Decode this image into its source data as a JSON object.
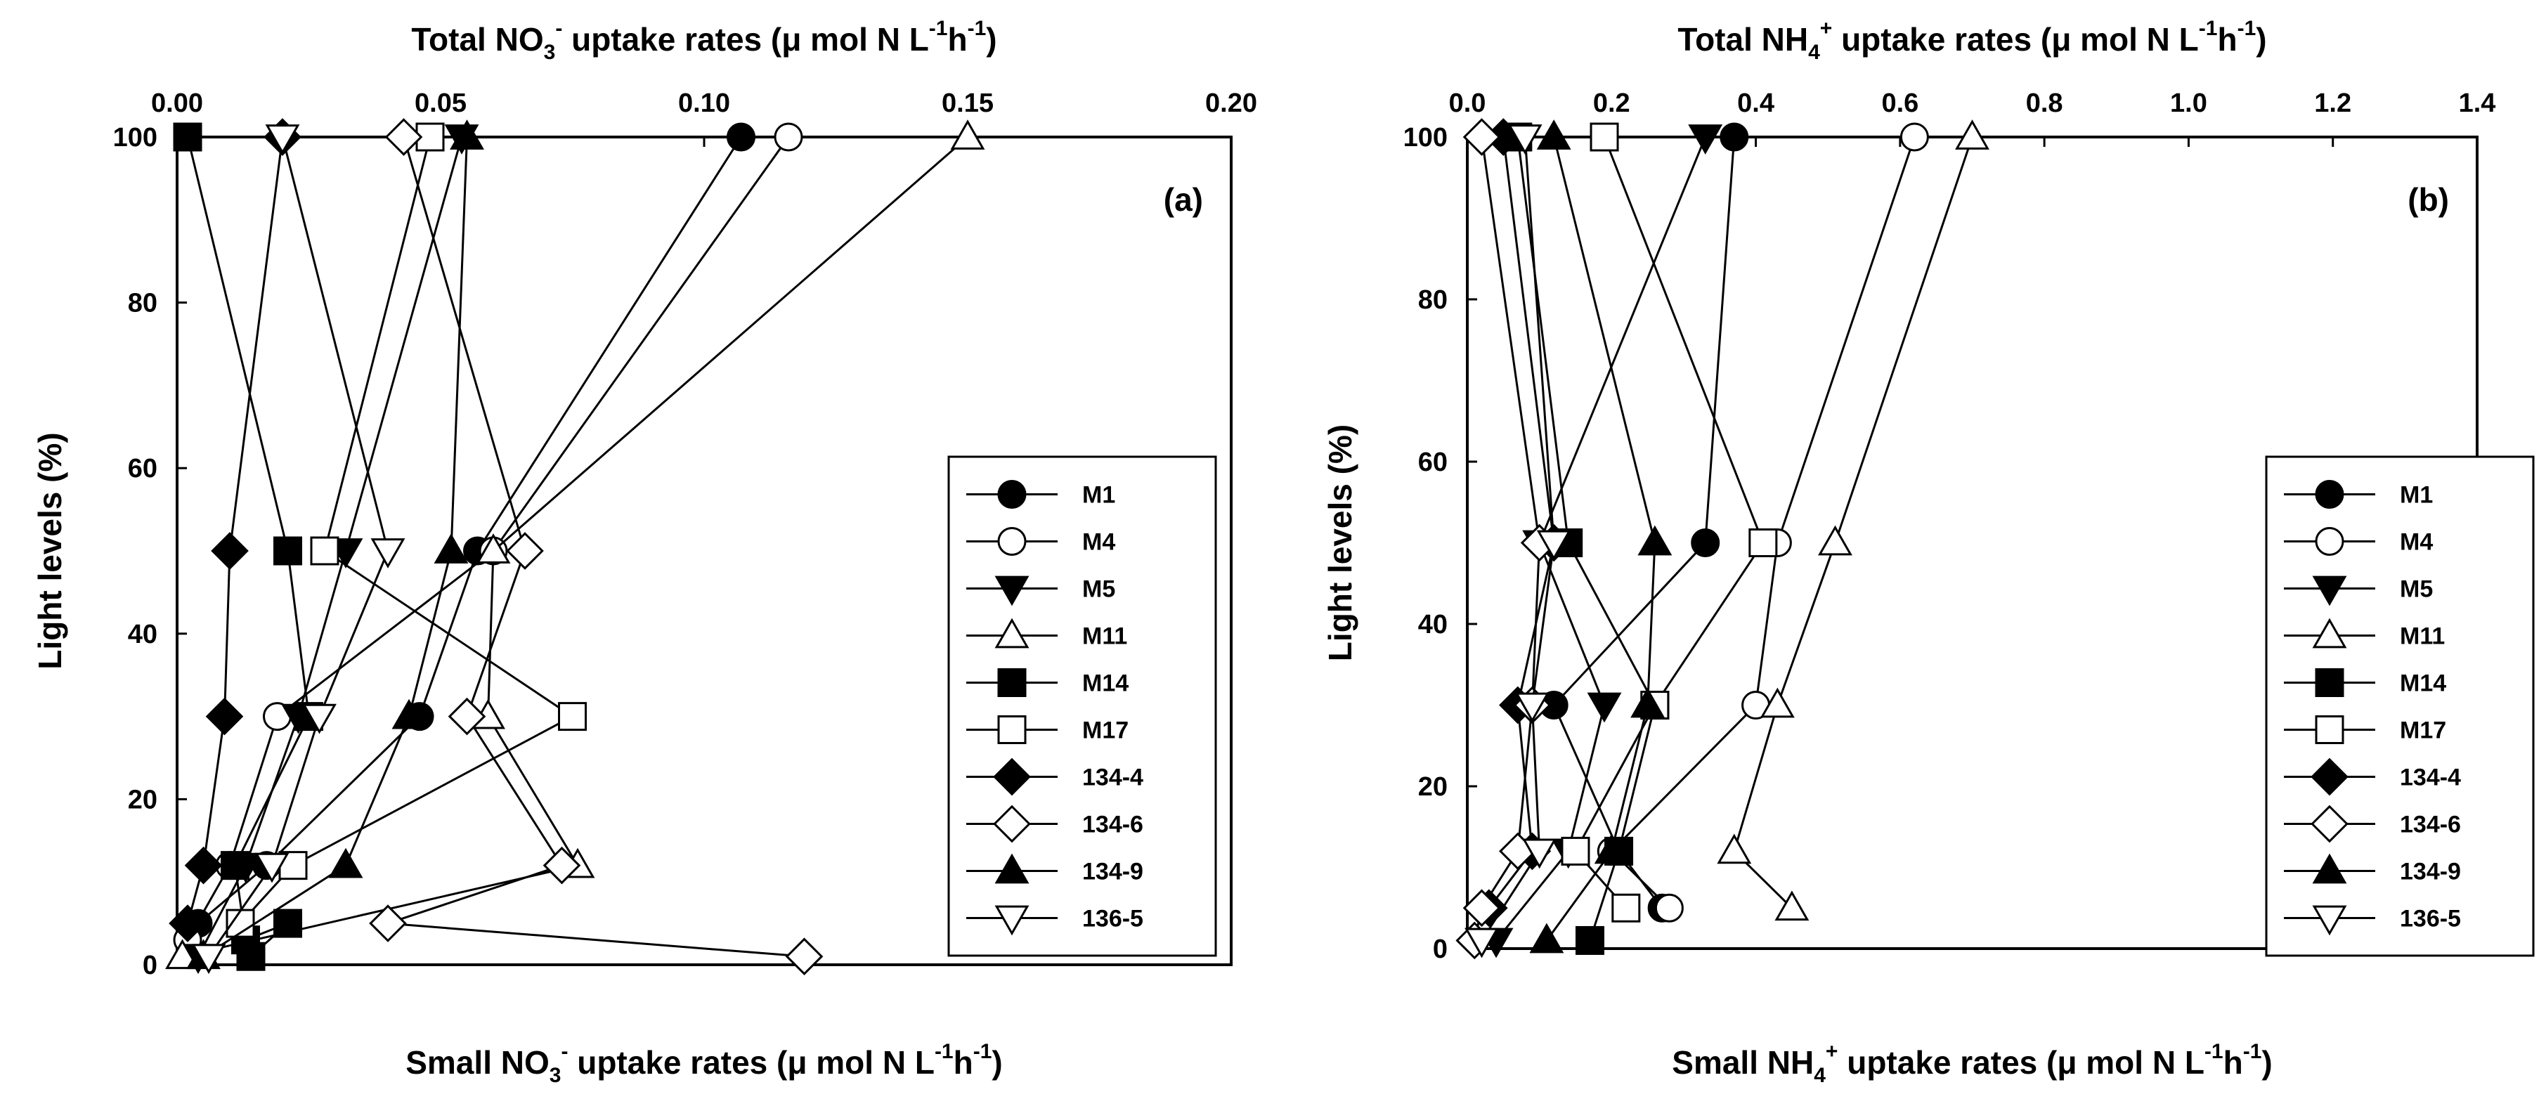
{
  "chart_data": [
    {
      "type": "scatter",
      "panel_label": "(a)",
      "title": "",
      "xlabel_top": {
        "pre": "Total NO",
        "sub": "3",
        "sup": "-",
        "mid": " uptake rates (μ mol N L",
        "sup2": "-1",
        "mid2": "h",
        "sup3": "-1",
        "post": ")"
      },
      "xlabel_bottom": {
        "pre": "Small NO",
        "sub": "3",
        "sup": "-",
        "mid": " uptake rates (μ mol N L",
        "sup2": "-1",
        "mid2": "h",
        "sup3": "-1",
        "post": ")"
      },
      "ylabel": "Light levels (%)",
      "xlim": [
        0,
        0.2
      ],
      "ylim": [
        0,
        100
      ],
      "x_ticks": [
        "0.00",
        "0.05",
        "0.10",
        "0.15",
        "0.20"
      ],
      "y_ticks": [
        "0",
        "20",
        "40",
        "60",
        "80",
        "100"
      ],
      "grid": false,
      "legend_position": "right",
      "series": [
        {
          "name": "M1",
          "marker": "circle",
          "fill": "black",
          "x": [
            0.107,
            0.057,
            0.046,
            0.017,
            0.004
          ],
          "y": [
            100,
            50,
            30,
            12,
            5
          ]
        },
        {
          "name": "M4",
          "marker": "circle",
          "fill": "white",
          "x": [
            0.116,
            0.06,
            0.019,
            0.01,
            0.002
          ],
          "y": [
            100,
            50,
            30,
            12,
            3
          ]
        },
        {
          "name": "M5",
          "marker": "triangle-down",
          "fill": "black",
          "x": [
            0.054,
            0.032,
            0.023,
            0.013,
            0.004
          ],
          "y": [
            100,
            50,
            30,
            12,
            1
          ]
        },
        {
          "name": "M11",
          "marker": "triangle-up",
          "fill": "white",
          "x": [
            0.15,
            0.06,
            0.059,
            0.076,
            0.001
          ],
          "y": [
            100,
            50,
            30,
            12,
            1
          ]
        },
        {
          "name": "M14",
          "marker": "square",
          "fill": "black",
          "x": [
            0.002,
            0.021,
            0.025,
            0.011,
            0.013,
            0.021,
            0.014
          ],
          "y": [
            100,
            50,
            30,
            12,
            3,
            5,
            1
          ]
        },
        {
          "name": "M17",
          "marker": "square",
          "fill": "white",
          "x": [
            0.048,
            0.028,
            0.075,
            0.022,
            0.012
          ],
          "y": [
            100,
            50,
            30,
            12,
            5
          ]
        },
        {
          "name": "134-4",
          "marker": "diamond",
          "fill": "black",
          "x": [
            0.02,
            0.01,
            0.009,
            0.005,
            0.002
          ],
          "y": [
            100,
            50,
            30,
            12,
            5
          ]
        },
        {
          "name": "134-6",
          "marker": "diamond",
          "fill": "white",
          "x": [
            0.043,
            0.066,
            0.055,
            0.073,
            0.04,
            0.119
          ],
          "y": [
            100,
            50,
            30,
            12,
            5,
            1
          ]
        },
        {
          "name": "134-9",
          "marker": "triangle-up",
          "fill": "black",
          "x": [
            0.055,
            0.052,
            0.044,
            0.032,
            0.005
          ],
          "y": [
            100,
            50,
            30,
            12,
            1
          ]
        },
        {
          "name": "136-5",
          "marker": "triangle-down",
          "fill": "white",
          "x": [
            0.02,
            0.04,
            0.027,
            0.018,
            0.006
          ],
          "y": [
            100,
            50,
            30,
            12,
            1
          ]
        }
      ]
    },
    {
      "type": "scatter",
      "panel_label": "(b)",
      "title": "",
      "xlabel_top": {
        "pre": "Total NH",
        "sub": "4",
        "sup": "+",
        "mid": " uptake rates (μ mol N L",
        "sup2": "-1",
        "mid2": "h",
        "sup3": "-1",
        "post": ")"
      },
      "xlabel_bottom": {
        "pre": "Small NH",
        "sub": "4",
        "sup": "+",
        "mid": " uptake rates (μ mol N L",
        "sup2": "-1",
        "mid2": "h",
        "sup3": "-1",
        "post": ")"
      },
      "ylabel": "Light levels (%)",
      "xlim": [
        0,
        1.4
      ],
      "ylim": [
        0,
        100
      ],
      "x_ticks": [
        "0.0",
        "0.2",
        "0.4",
        "0.6",
        "0.8",
        "1.0",
        "1.2",
        "1.4"
      ],
      "y_ticks": [
        "0",
        "20",
        "40",
        "60",
        "80",
        "100"
      ],
      "grid": false,
      "legend_position": "right",
      "series": [
        {
          "name": "M1",
          "marker": "circle",
          "fill": "black",
          "x": [
            0.37,
            0.33,
            0.12,
            0.21,
            0.27
          ],
          "y": [
            100,
            50,
            30,
            12,
            5
          ]
        },
        {
          "name": "M4",
          "marker": "circle",
          "fill": "white",
          "x": [
            0.62,
            0.43,
            0.4,
            0.2,
            0.28
          ],
          "y": [
            100,
            50,
            30,
            12,
            5
          ]
        },
        {
          "name": "M5",
          "marker": "triangle-down",
          "fill": "black",
          "x": [
            0.33,
            0.1,
            0.19,
            0.14,
            0.04
          ],
          "y": [
            100,
            50,
            30,
            12,
            1
          ]
        },
        {
          "name": "M11",
          "marker": "triangle-up",
          "fill": "white",
          "x": [
            0.7,
            0.51,
            0.43,
            0.37,
            0.45
          ],
          "y": [
            100,
            50,
            30,
            12,
            5
          ]
        },
        {
          "name": "M14",
          "marker": "square",
          "fill": "black",
          "x": [
            0.07,
            0.14,
            0.26,
            0.21,
            0.17
          ],
          "y": [
            100,
            50,
            30,
            12,
            1
          ]
        },
        {
          "name": "M17",
          "marker": "square",
          "fill": "white",
          "x": [
            0.19,
            0.41,
            0.26,
            0.15,
            0.22
          ],
          "y": [
            100,
            50,
            30,
            12,
            5
          ]
        },
        {
          "name": "134-4",
          "marker": "diamond",
          "fill": "black",
          "x": [
            0.05,
            0.12,
            0.07,
            0.09,
            0.03
          ],
          "y": [
            100,
            50,
            30,
            12,
            5
          ]
        },
        {
          "name": "134-6",
          "marker": "diamond",
          "fill": "white",
          "x": [
            0.02,
            0.1,
            0.09,
            0.07,
            0.02,
            0.01
          ],
          "y": [
            100,
            50,
            30,
            12,
            5,
            1
          ]
        },
        {
          "name": "134-9",
          "marker": "triangle-up",
          "fill": "black",
          "x": [
            0.12,
            0.26,
            0.25,
            0.2,
            0.11
          ],
          "y": [
            100,
            50,
            30,
            12,
            1
          ]
        },
        {
          "name": "136-5",
          "marker": "triangle-down",
          "fill": "white",
          "x": [
            0.08,
            0.12,
            0.09,
            0.1,
            0.02
          ],
          "y": [
            100,
            50,
            30,
            12,
            1
          ]
        }
      ]
    }
  ]
}
